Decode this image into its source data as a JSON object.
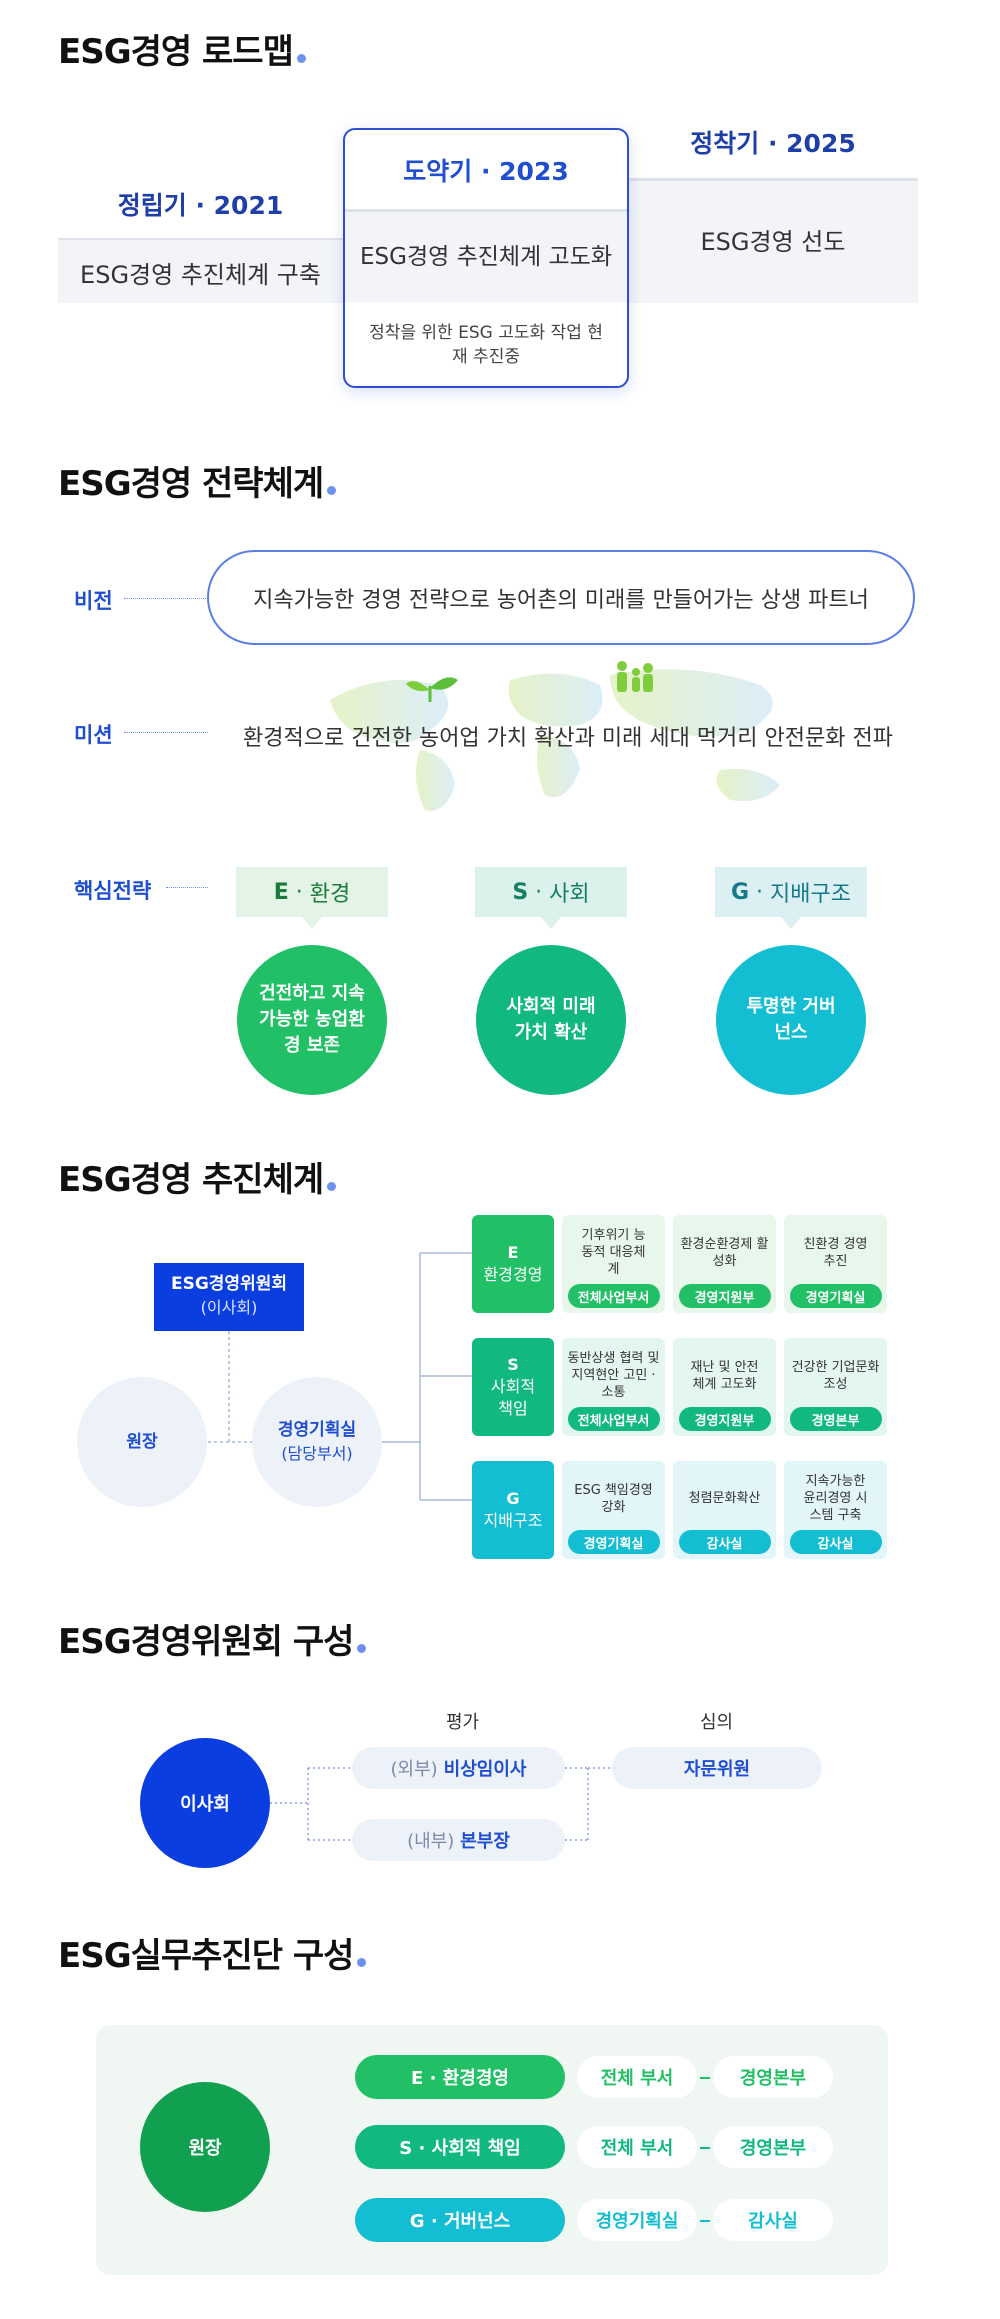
{
  "roadmap": {
    "title": "ESG경영 로드맵",
    "phases": [
      {
        "year": "정립기 · 2021",
        "desc": "ESG경영 추진체계 구축"
      },
      {
        "year": "도약기 · 2023",
        "desc": "ESG경영 추진체계 고도화",
        "note": "정착을 위한 ESG 고도화 작업 현재 추진중"
      },
      {
        "year": "정착기 · 2025",
        "desc": "ESG경영 선도"
      }
    ]
  },
  "strategy": {
    "title": "ESG경영 전략체계",
    "vision_label": "비전",
    "vision_text": "지속가능한 경영 전략으로 농어촌의 미래를 만들어가는 상생 파트너",
    "mission_label": "미션",
    "mission_text": "환경적으로 건전한 농어업 가치 확산과 미래 세대 먹거리 안전문화 전파",
    "core_label": "핵심전략",
    "pillars": [
      {
        "letter": "E",
        "name": "환경",
        "goal": "건전하고 지속가능한 농업환경 보존",
        "color": "#22c066",
        "tag_bg": "#e3f4e6",
        "tag_color": "#1a7a3a"
      },
      {
        "letter": "S",
        "name": "사회",
        "goal": "사회적 미래 가치 확산",
        "color": "#12b97e",
        "tag_bg": "#dcf1ec",
        "tag_color": "#148060"
      },
      {
        "letter": "G",
        "name": "지배구조",
        "goal": "투명한 거버넌스",
        "color": "#14bed2",
        "tag_bg": "#dcf0f3",
        "tag_color": "#157a8a"
      }
    ]
  },
  "system": {
    "title": "ESG경영 추진체계",
    "committee": {
      "name": "ESG경영위원회",
      "sub": "(이사회)"
    },
    "head": "원장",
    "planning": {
      "name": "경영기획실",
      "sub": "(담당부서)"
    },
    "categories": [
      {
        "letter": "E",
        "name": "환경경영",
        "color": "#22c066",
        "light": "#e8f7ec",
        "tasks": [
          {
            "text": "기후위기 능동적 대응체계",
            "dept": "전체사업부서"
          },
          {
            "text": "환경순환경제 활성화",
            "dept": "경영지원부"
          },
          {
            "text": "친환경 경영추진",
            "dept": "경영기획실"
          }
        ]
      },
      {
        "letter": "S",
        "name": "사회적 책임",
        "color": "#12b97e",
        "light": "#e4f6f1",
        "tasks": [
          {
            "text": "동반상생 협력 및 지역현안 고민 · 소통",
            "dept": "전체사업부서"
          },
          {
            "text": "재난 및 안전 체계 고도화",
            "dept": "경영지원부"
          },
          {
            "text": "건강한 기업문화 조성",
            "dept": "경영본부"
          }
        ]
      },
      {
        "letter": "G",
        "name": "지배구조",
        "color": "#14bed2",
        "light": "#e2f5f8",
        "tasks": [
          {
            "text": "ESG 책임경영 강화",
            "dept": "경영기획실"
          },
          {
            "text": "청렴문화확산",
            "dept": "감사실"
          },
          {
            "text": "지속가능한 윤리경영 시스템 구축",
            "dept": "감사실"
          }
        ]
      }
    ]
  },
  "committee_comp": {
    "title": "ESG경영위원회 구성",
    "col1": "평가",
    "col2": "심의",
    "board": "이사회",
    "members": [
      {
        "prefix": "(외부)",
        "name": "비상임이사"
      },
      {
        "prefix": "(내부)",
        "name": "본부장"
      }
    ],
    "advisor": "자문위원"
  },
  "taskforce": {
    "title": "ESG실무추진단 구성",
    "head": "원장",
    "rows": [
      {
        "label": "E · 환경경영",
        "color": "#22c066",
        "a": "전체 부서",
        "b": "경영본부"
      },
      {
        "label": "S · 사회적 책임",
        "color": "#12b97e",
        "a": "전체 부서",
        "b": "경영본부"
      },
      {
        "label": "G · 거버넌스",
        "color": "#14bed2",
        "a": "경영기획실",
        "b": "감사실"
      }
    ]
  }
}
